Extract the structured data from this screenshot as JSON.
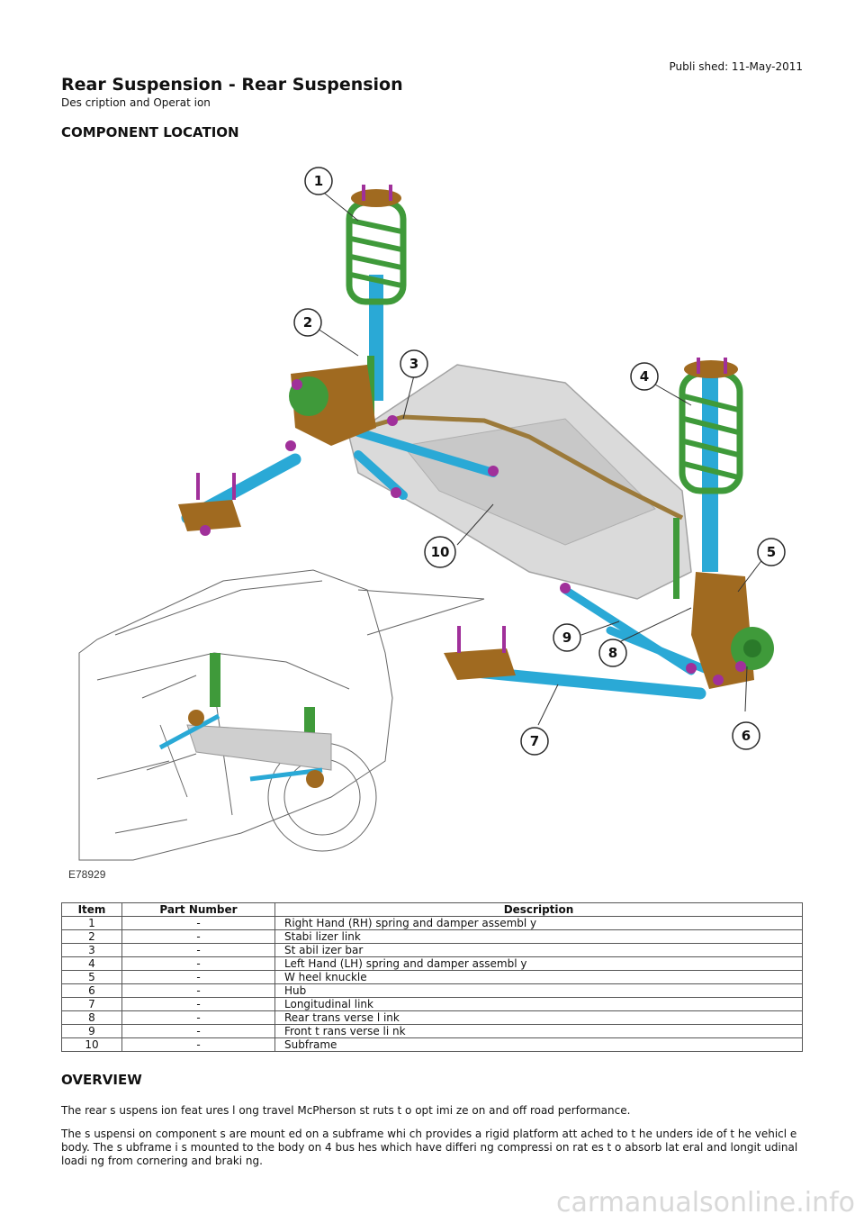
{
  "header": {
    "published": "Publi shed: 11-May-2011",
    "title": "Rear Suspension - Rear Suspension",
    "subtitle": "Des cription and Operat ion"
  },
  "component_location": {
    "heading": "COMPONENT LOCATION",
    "figure_id": "E78929",
    "callouts": [
      "1",
      "2",
      "3",
      "4",
      "5",
      "6",
      "7",
      "8",
      "9",
      "10"
    ]
  },
  "table": {
    "headers": [
      "Item",
      "Part Number",
      "Description"
    ],
    "rows": [
      {
        "item": "1",
        "part": "-",
        "desc": "Right Hand (RH) spring and damper assembl y"
      },
      {
        "item": "2",
        "part": "-",
        "desc": "Stabi lizer link"
      },
      {
        "item": "3",
        "part": "-",
        "desc": "St abil izer bar"
      },
      {
        "item": "4",
        "part": "-",
        "desc": "Left Hand (LH) spring and damper assembl y"
      },
      {
        "item": "5",
        "part": "-",
        "desc": "W heel knuckle"
      },
      {
        "item": "6",
        "part": "-",
        "desc": "Hub"
      },
      {
        "item": "7",
        "part": "-",
        "desc": "Longitudinal link"
      },
      {
        "item": "8",
        "part": "-",
        "desc": "Rear trans verse l ink"
      },
      {
        "item": "9",
        "part": "-",
        "desc": "Front t rans verse li nk"
      },
      {
        "item": "10",
        "part": "-",
        "desc": "Subframe"
      }
    ]
  },
  "overview": {
    "heading": "OVERVIEW",
    "p1": "The rear s uspens ion feat ures l ong travel McPherson st ruts t o opt imi ze on and off road performance.",
    "p2": "The s uspensi on component s are mount ed on a subframe whi ch provides a rigid platform att ached to t he unders ide of t he vehicl e body. The s ubframe i s mounted to the body on 4 bus hes which have differi ng compressi on rat es t o absorb lat eral and longit udinal loadi ng from cornering and braki ng."
  },
  "watermark": "carmanualsonline.info",
  "colors": {
    "spring": "#3f9a3a",
    "strut": "#2aa9d6",
    "knuckle": "#a06a20",
    "bolts": "#a0309a",
    "subframe": "#d6d6d6"
  }
}
